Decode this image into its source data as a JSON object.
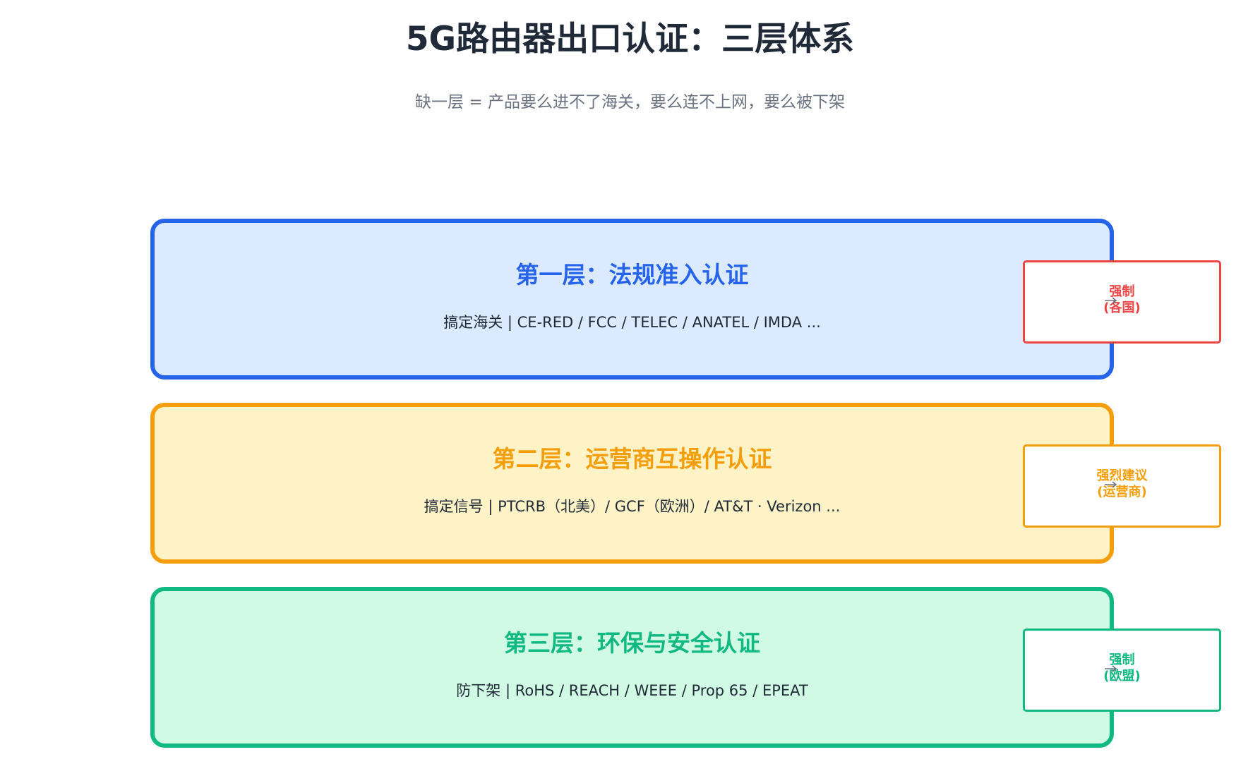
{
  "header": {
    "title": "5G路由器出口认证：三层体系",
    "subtitle": "缺一层 = 产品要么进不了海关，要么连不上网，要么被下架"
  },
  "layers": [
    {
      "title": "第一层：法规准入认证",
      "description": "搞定海关 | CE-RED / FCC / TELEC / ANATEL / IMDA ...",
      "badge": {
        "line1": "强制",
        "line2": "(各国)"
      },
      "colors": {
        "border": "#2563eb",
        "fill": "#dbeafe",
        "title": "#2563eb",
        "badge_border": "#ef4444",
        "badge_text": "#ef4444"
      }
    },
    {
      "title": "第二层：运营商互操作认证",
      "description": "搞定信号 | PTCRB（北美）/ GCF（欧洲）/ AT&T · Verizon ...",
      "badge": {
        "line1": "强烈建议",
        "line2": "(运营商)"
      },
      "colors": {
        "border": "#f59e0b",
        "fill": "#fef3c7",
        "title": "#f59e0b",
        "badge_border": "#f59e0b",
        "badge_text": "#f59e0b"
      }
    },
    {
      "title": "第三层：环保与安全认证",
      "description": "防下架 | RoHS / REACH / WEEE / Prop 65 / EPEAT",
      "badge": {
        "line1": "强制",
        "line2": "(欧盟)"
      },
      "colors": {
        "border": "#10b981",
        "fill": "#d1fae5",
        "title": "#10b981",
        "badge_border": "#10b981",
        "badge_text": "#10b981"
      }
    }
  ],
  "arrow_color": "#6b7280"
}
